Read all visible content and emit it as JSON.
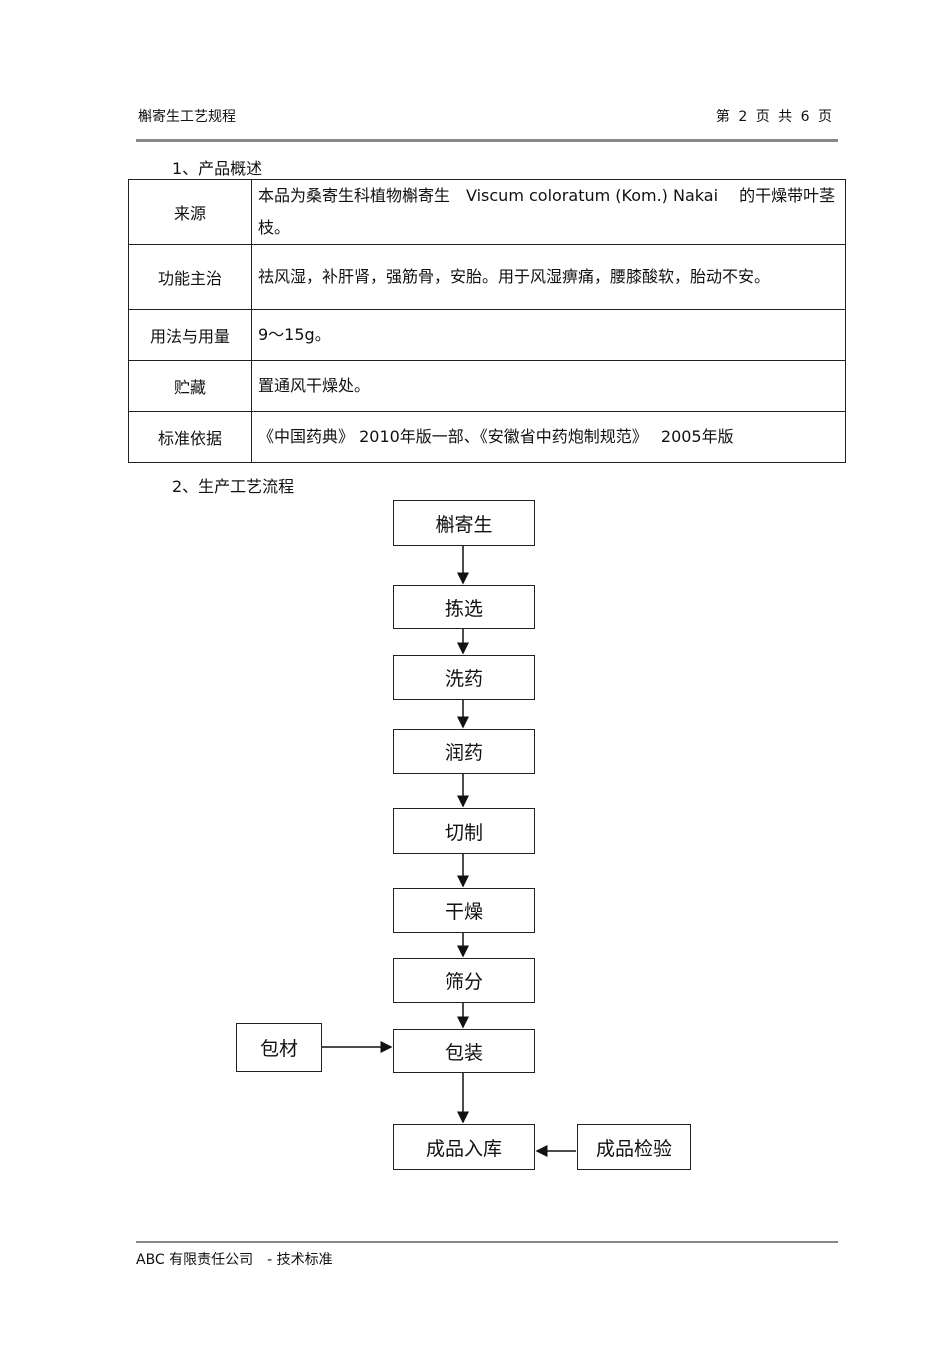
{
  "header": {
    "title": "槲寄生工艺规程",
    "page_info": "第 2 页 共 6 页"
  },
  "section1": "1、产品概述",
  "table": [
    {
      "label": "来源",
      "value": "本品为桑寄生科植物槲寄生　Viscum coloratum (Kom.) Nakai　 的干燥带叶茎枝。"
    },
    {
      "label": "功能主治",
      "value": "祛风湿，补肝肾，强筋骨，安胎。用于风湿痹痛，腰膝酸软，胎动不安。"
    },
    {
      "label": "用法与用量",
      "value": "9～15g。"
    },
    {
      "label": "贮藏",
      "value": "置通风干燥处。"
    },
    {
      "label": "标准依据",
      "value": "《中国药典》 2010年版一部、《安徽省中药炮制规范》　 2005年版"
    }
  ],
  "section2": "2、生产工艺流程",
  "flow": {
    "steps": [
      "槲寄生",
      "拣选",
      "洗药",
      "润药",
      "切制",
      "干燥",
      "筛分",
      "包装",
      "成品入库"
    ],
    "side_input": "包材",
    "side_check": "成品检验"
  },
  "footer": "ABC 有限责任公司　- 技术标准"
}
